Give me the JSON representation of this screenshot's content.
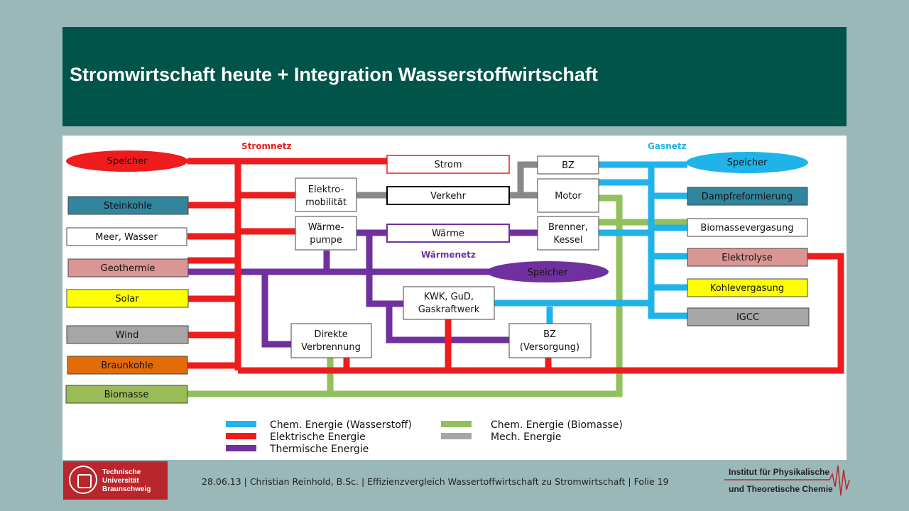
{
  "title": "Stromwirtschaft heute + Integration Wasserstoffwirtschaft",
  "colors": {
    "header_bg": "#00544a",
    "page_bg": "#9ab8b8",
    "chem_wasserstoff": "#1fb3ea",
    "elektrisch": "#ee1c1c",
    "thermisch": "#7030a0",
    "biomasse": "#92c05c",
    "mechanisch": "#888888"
  },
  "diagram": {
    "headers": {
      "stromnetz": "Stromnetz",
      "gasnetz": "Gasnetz",
      "waermenetz": "Wärmenetz"
    },
    "storages": {
      "strom": "Speicher",
      "gas": "Speicher",
      "waerme": "Speicher"
    },
    "sources": {
      "steinkohle": "Steinkohle",
      "meer": "Meer, Wasser",
      "geothermie": "Geothermie",
      "solar": "Solar",
      "wind": "Wind",
      "braunkohle": "Braunkohle",
      "biomasse": "Biomasse"
    },
    "center": {
      "strom": "Strom",
      "verkehr": "Verkehr",
      "waerme": "Wärme",
      "elektromobilitaet": [
        "Elektro-",
        "mobilität"
      ],
      "waermepumpe": [
        "Wärme-",
        "pumpe"
      ],
      "bz_top": "BZ",
      "motor": "Motor",
      "brenner": [
        "Brenner,",
        "Kessel"
      ],
      "kwk": [
        "KWK, GuD,",
        "Gaskraftwerk"
      ],
      "direkte": [
        "Direkte",
        "Verbrennung"
      ],
      "bz_versorgung": [
        "BZ",
        "(Versorgung)"
      ]
    },
    "gas_side": {
      "dampfreformierung": "Dampfreformierung",
      "biomassevergasung": "Biomassevergasung",
      "elektrolyse": "Elektrolyse",
      "kohlevergasung": "Kohlevergasung",
      "igcc": "IGCC"
    },
    "legend": {
      "chem_wasserstoff": "Chem. Energie (Wasserstoff)",
      "elektrisch": "Elektrische Energie",
      "thermisch": "Thermische Energie",
      "chem_biomasse": "Chem. Energie (Biomasse)",
      "mechanisch": "Mech. Energie"
    }
  },
  "footer": {
    "text": "28.06.13 | Christian Reinhold, B.Sc. | Effizienzvergleich Wassertoffwirtschaft zu Stromwirtschaft | Folie 19",
    "tu_logo": [
      "Technische",
      "Universität",
      "Braunschweig"
    ],
    "institute": [
      "Institut für Physikalische",
      "und Theoretische Chemie"
    ]
  }
}
